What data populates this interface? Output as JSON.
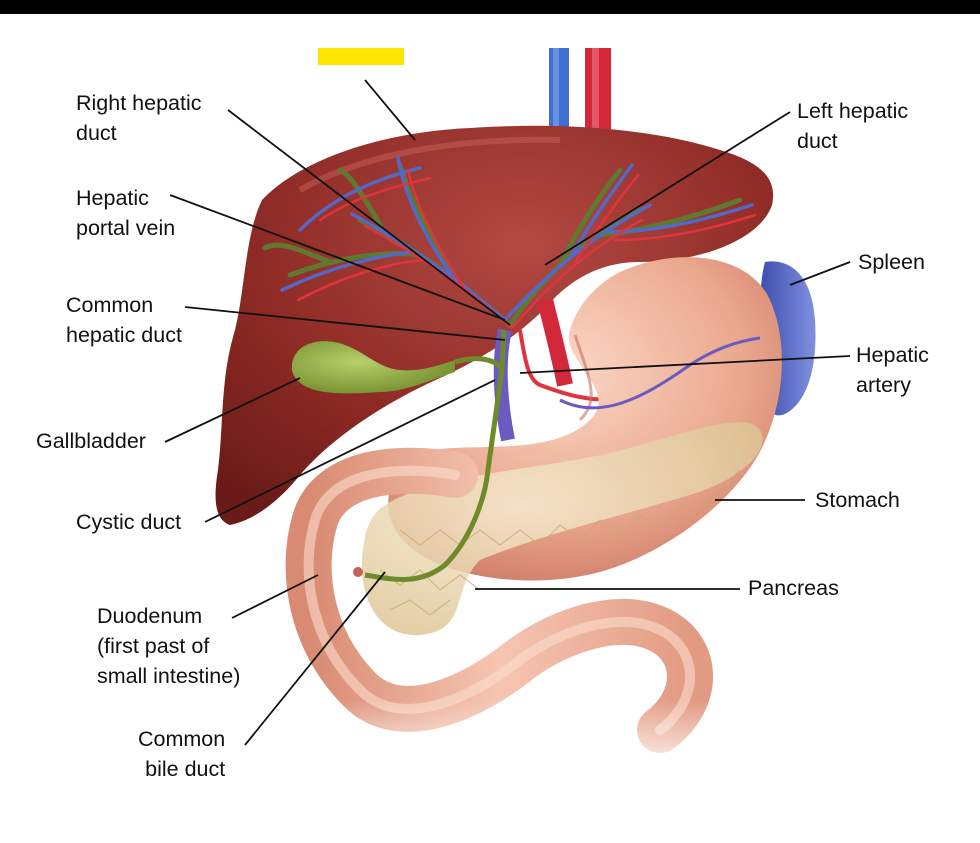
{
  "colors": {
    "liver": "#8e2a25",
    "liver_highlight": "#b95048",
    "stomach": "#eaa88e",
    "stomach_shadow": "#c9725f",
    "pancreas": "#e9d5a8",
    "gallbladder": "#86a436",
    "spleen": "#5f6fc8",
    "artery": "#e0343c",
    "vein": "#5468c8",
    "bile_duct": "#5f7a30",
    "highlight_marker": "#ffe600",
    "leader_line": "#111111"
  },
  "labels": {
    "right_hepatic_duct": "Right hepatic\nduct",
    "hepatic_portal_vein": "Hepatic\nportal vein",
    "common_hepatic_duct": "Common\nhepatic duct",
    "gallbladder": "Gallbladder",
    "cystic_duct": "Cystic duct",
    "duodenum": "Duodenum\n(first past of\nsmall intestine)",
    "common_bile_duct": "Common\nbile duct",
    "left_hepatic_duct": "Left hepatic\nduct",
    "spleen": "Spleen",
    "hepatic_artery": "Hepatic\nartery",
    "stomach": "Stomach",
    "pancreas": "Pancreas"
  }
}
